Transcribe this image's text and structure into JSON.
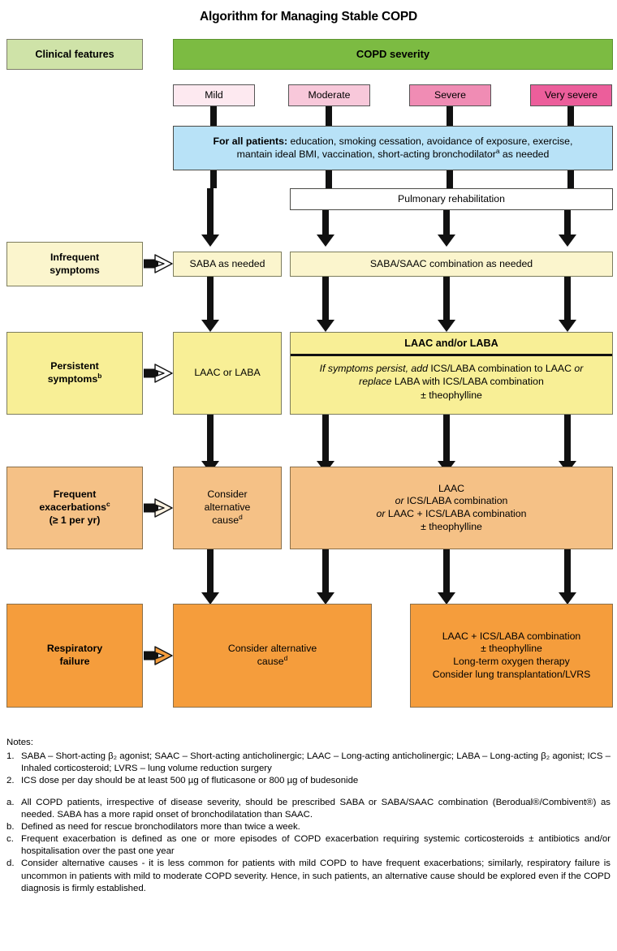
{
  "title": "Algorithm for Managing Stable COPD",
  "header": {
    "clinical_features": "Clinical features",
    "copd_severity": "COPD severity"
  },
  "severity_levels": [
    {
      "label": "Mild",
      "color": "#fde9f0"
    },
    {
      "label": "Moderate",
      "color": "#f8c8da"
    },
    {
      "label": "Severe",
      "color": "#f08cb4"
    },
    {
      "label": "Very severe",
      "color": "#ec5e9b"
    }
  ],
  "all_patients": {
    "lead": "For all patients:",
    "line1": " education, smoking cessation, avoidance of exposure, exercise,",
    "line2_pre": "mantain ideal BMI, vaccination, short-acting bronchodilator",
    "line2_sup": "a",
    "line2_post": " as needed"
  },
  "pulmonary_rehabilitation": "Pulmonary rehabilitation",
  "rows": {
    "infrequent": {
      "label_line1": "Infrequent",
      "label_line2": "symptoms",
      "mild": "SABA as needed",
      "right": "SABA/SAAC combination as needed"
    },
    "persistent": {
      "label_line1": "Persistent",
      "label_line2": "symptoms",
      "label_sup": "b",
      "mild": "LAAC or LABA",
      "right_header": "LAAC and/or LABA",
      "right_l1_i": "If symptoms persist, add",
      "right_l1_r": " ICS/LABA combination to LAAC ",
      "right_l1_i2": "or",
      "right_l2_i": "replace",
      "right_l2_r": " LABA with ICS/LABA combination",
      "right_l3": "± theophylline"
    },
    "frequent": {
      "label_line1": "Frequent",
      "label_line2": "exacerbations",
      "label_sup": "c",
      "label_line3": "(≥ 1 per yr)",
      "mild_l1": "Consider",
      "mild_l2": "alternative",
      "mild_l3": "cause",
      "mild_sup": "d",
      "right_l1": "LAAC",
      "right_l2_i": "or",
      "right_l2_r": " ICS/LABA combination",
      "right_l3_i": "or",
      "right_l3_r": " LAAC + ICS/LABA combination",
      "right_l4": "± theophylline"
    },
    "respiratory": {
      "label_line1": "Respiratory",
      "label_line2": "failure",
      "mid_l1": "Consider alternative",
      "mid_l2": "cause",
      "mid_sup": "d",
      "right_l1": "LAAC + ICS/LABA combination",
      "right_l2": "± theophylline",
      "right_l3": "Long-term oxygen therapy",
      "right_l4": "Consider lung transplantation/LVRS"
    }
  },
  "notes": {
    "heading": "Notes:",
    "numbered": [
      {
        "marker": "1.",
        "text": "SABA – Short-acting β₂ agonist; SAAC – Short-acting anticholinergic; LAAC – Long-acting anticholinergic; LABA – Long-acting β₂ agonist; ICS – Inhaled corticosteroid; LVRS – lung volume reduction surgery"
      },
      {
        "marker": "2.",
        "text": "ICS dose per day should be at least 500 µg of fluticasone or 800 µg of budesonide"
      }
    ],
    "lettered": [
      {
        "marker": "a.",
        "text": "All COPD patients, irrespective of disease severity, should be prescribed SABA or SABA/SAAC combination (Berodual®/Combivent®) as needed. SABA has a more rapid onset of bronchodilatation than SAAC."
      },
      {
        "marker": "b.",
        "text": "Defined as need for rescue bronchodilators more than twice a week."
      },
      {
        "marker": "c.",
        "text": "Frequent exacerbation is defined as one or more episodes of COPD exacerbation requiring systemic corticosteroids ± antibiotics and/or hospitalisation over the past one year"
      },
      {
        "marker": "d.",
        "text": "Consider alternative causes - it is less common for patients with mild COPD to have frequent exacerbations; similarly, respiratory failure is uncommon in patients with mild to moderate COPD severity. Hence, in such patients, an alternative cause should be explored even if the COPD diagnosis is firmly established."
      }
    ]
  }
}
